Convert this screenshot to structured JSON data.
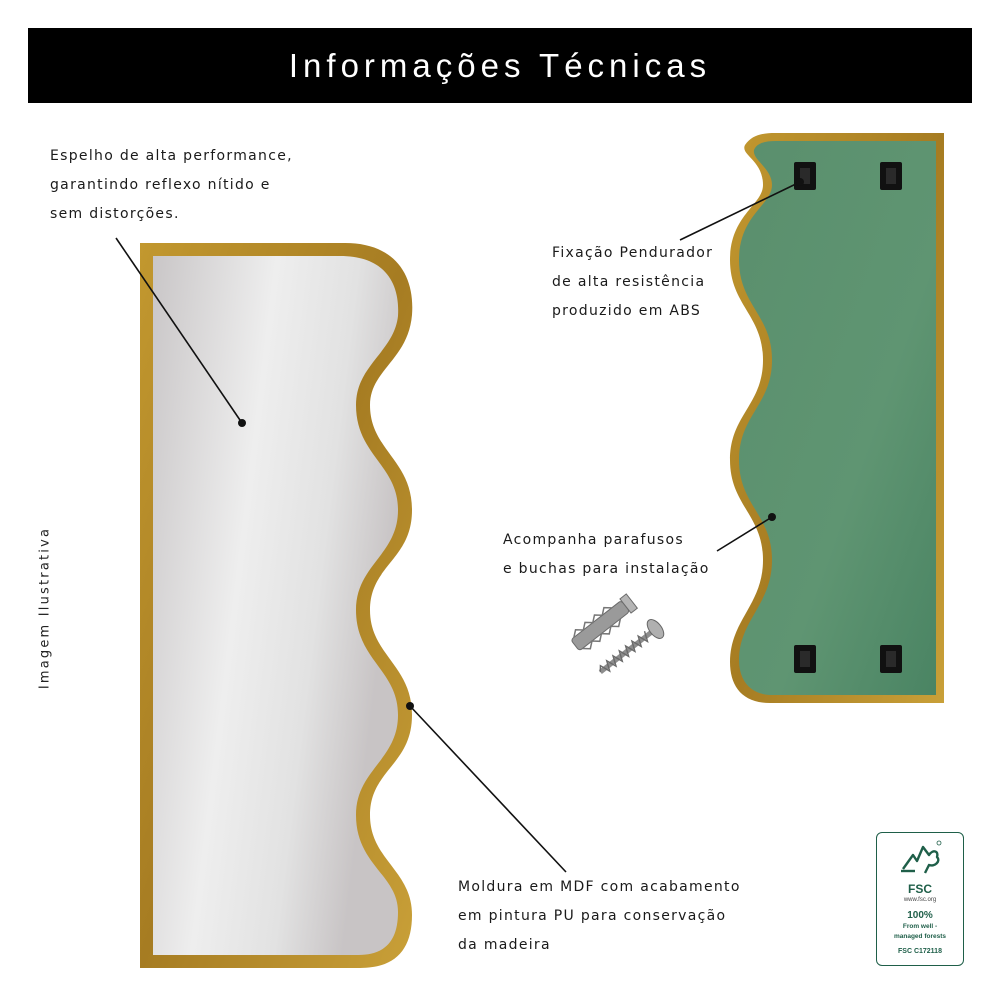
{
  "header": {
    "title": "Informações Técnicas"
  },
  "side_caption": "Imagem Ilustrativa",
  "notes": {
    "mirror": [
      "Espelho de alta performance,",
      "garantindo reflexo nítido e",
      "sem distorções."
    ],
    "frame": [
      "Moldura em MDF com acabamento",
      "em pintura PU para conservação",
      "da madeira"
    ],
    "hanger": [
      "Fixação Pendurador",
      "de alta resistência",
      "produzido em ABS"
    ],
    "screws": [
      "Acompanha parafusos",
      "e buchas para instalação"
    ]
  },
  "fsc": {
    "name": "FSC",
    "url": "www.fsc.org",
    "percent": "100%",
    "claim_line1": "From well -",
    "claim_line2": "managed forests",
    "code": "FSC  C172118"
  },
  "colors": {
    "banner": "#000000",
    "frame_gold": "#b48a2c",
    "mirror_glass": "#dcdcdc",
    "back_panel": "#4f8a6a",
    "fsc_green": "#1f5f49"
  }
}
